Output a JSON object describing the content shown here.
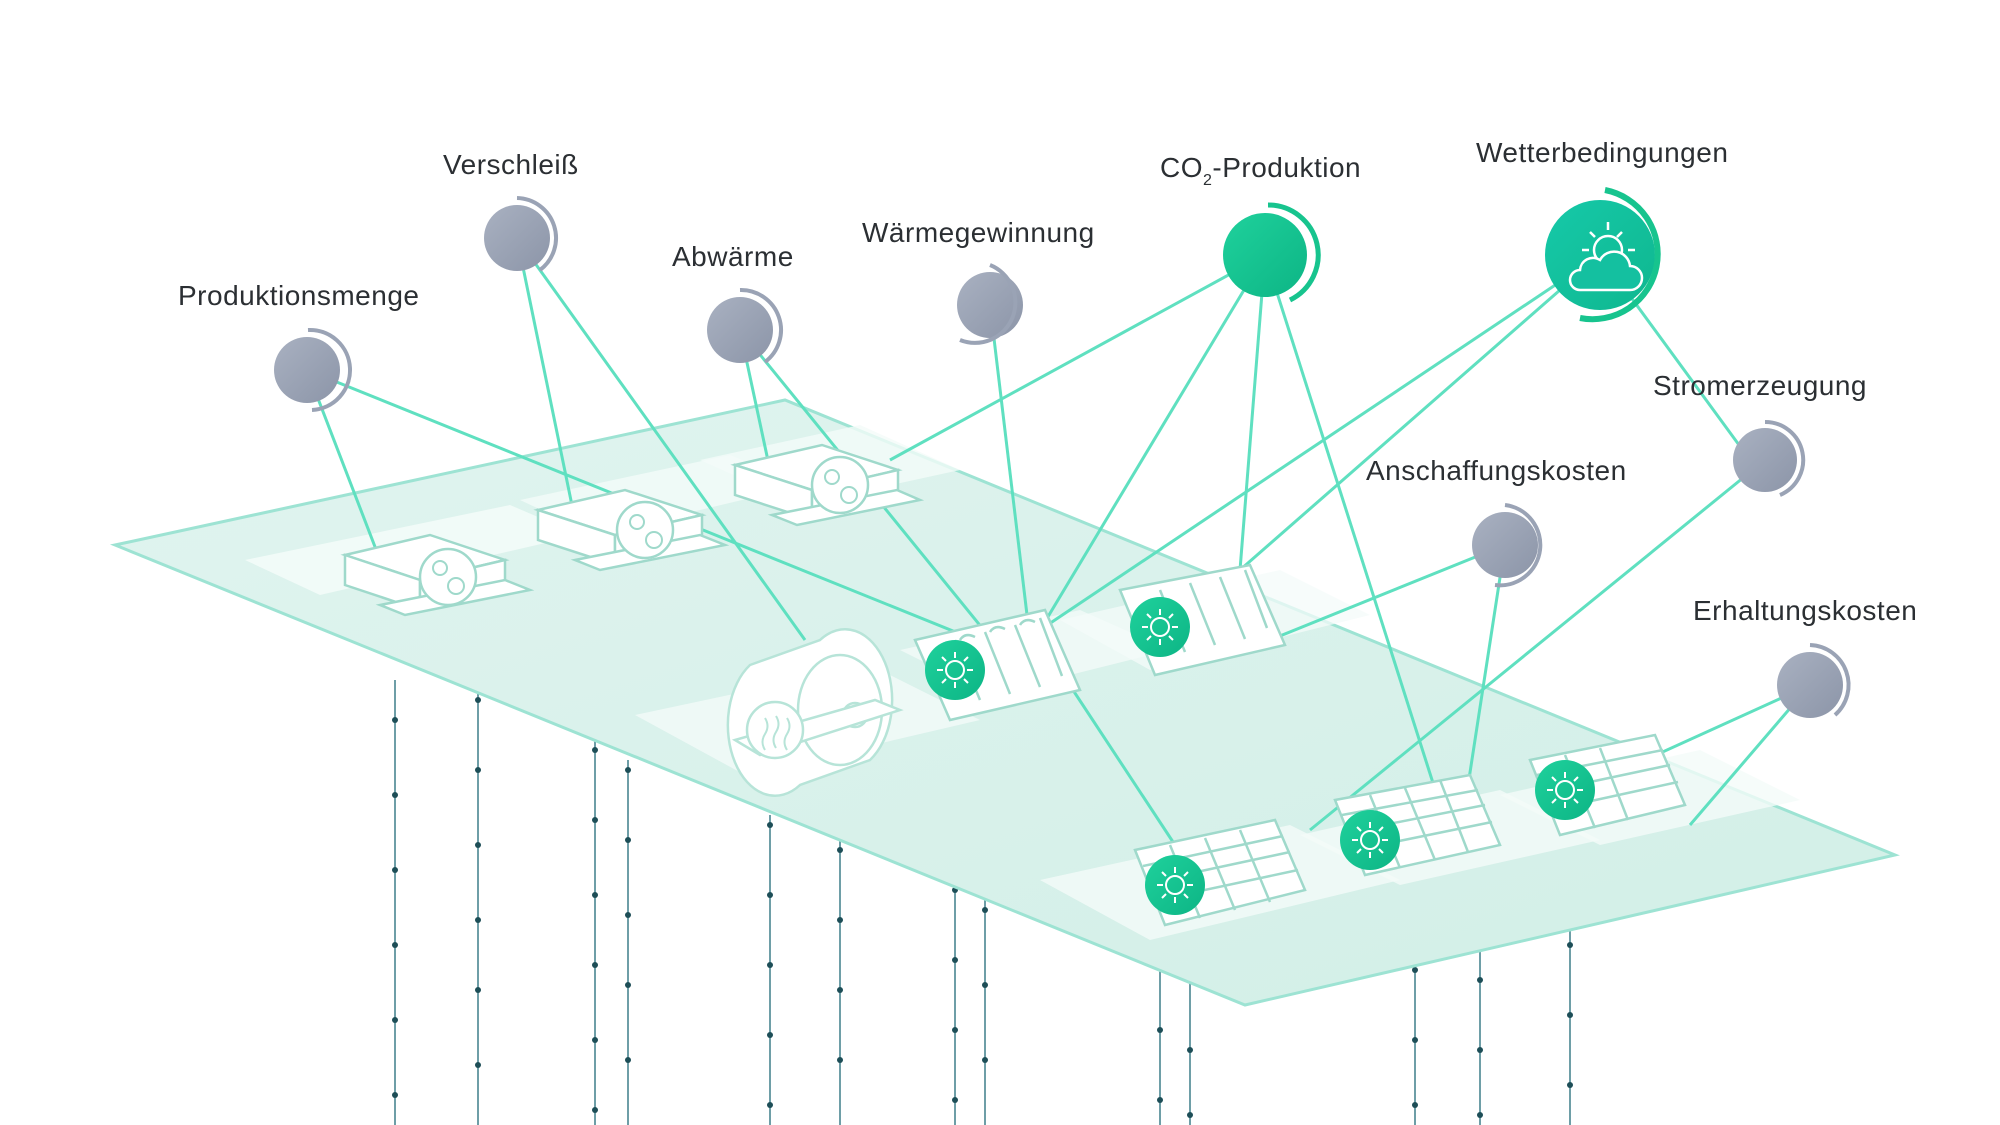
{
  "factors": {
    "produktionsmenge": "Produktionsmenge",
    "verschleiss": "Verschleiß",
    "abwaerme": "Abwärme",
    "waermegewinnung": "Wärmegewinnung",
    "co2_prefix": "CO",
    "co2_subscript": "2",
    "co2_suffix": "-Produktion",
    "wetterbedingungen": "Wetterbedingungen",
    "stromerzeugung": "Stromerzeugung",
    "anschaffungskosten": "Anschaffungskosten",
    "erhaltungskosten": "Erhaltungskosten"
  },
  "colors": {
    "inactive_node": "#9aa3b5",
    "active_node": "#17c48e",
    "weather_node": "#14c0a0",
    "link": "#5fe0c0",
    "platform": "#e4f6f1",
    "platform_edge": "#9de3d3"
  },
  "icons": {
    "machine": "gears-icon",
    "solar_panel": "sun-icon",
    "weather": "sun-cloud-icon",
    "boiler": "heat-waves-icon"
  }
}
